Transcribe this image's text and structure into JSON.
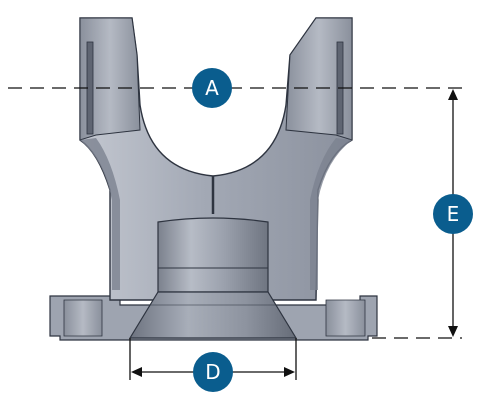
{
  "diagram": {
    "labels": {
      "A": "A",
      "D": "D",
      "E": "E"
    },
    "colors": {
      "badge_fill": "#0a5d8e",
      "badge_text": "#ffffff",
      "part_body": "#9aa0ad",
      "part_light": "#b9bec8",
      "part_dark": "#6d7380",
      "outline": "#2e3440",
      "dimension_line": "#111111"
    }
  }
}
